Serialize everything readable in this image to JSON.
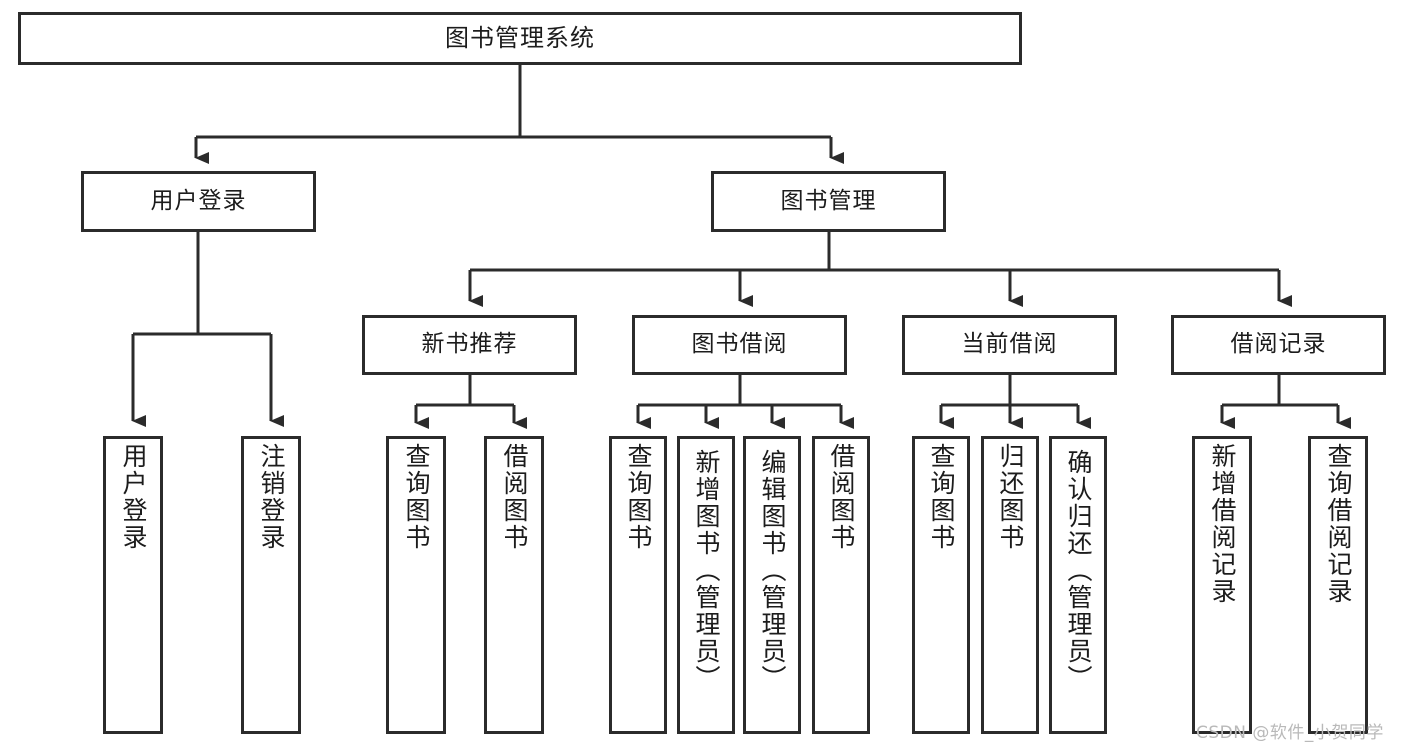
{
  "diagram": {
    "title": "图书管理系统",
    "type": "tree",
    "line_color": "#2b2b2b",
    "box_fill": "#ffffff",
    "text_color": "#1c1c1c",
    "root": {
      "id": "root",
      "label": "图书管理系统"
    },
    "level2": [
      {
        "id": "user-login",
        "label": "用户登录"
      },
      {
        "id": "book-manage",
        "label": "图书管理"
      }
    ],
    "level3": [
      {
        "id": "new-book-recommend",
        "label": "新书推荐",
        "parent": "book-manage"
      },
      {
        "id": "book-borrow",
        "label": "图书借阅",
        "parent": "book-manage"
      },
      {
        "id": "current-borrow",
        "label": "当前借阅",
        "parent": "book-manage"
      },
      {
        "id": "borrow-record",
        "label": "借阅记录",
        "parent": "book-manage"
      }
    ],
    "leaves": [
      {
        "id": "leaf-user-login",
        "label": "用户登录",
        "parent": "user-login"
      },
      {
        "id": "leaf-user-logout",
        "label": "注销登录",
        "parent": "user-login"
      },
      {
        "id": "leaf-query-book-1",
        "label": "查询图书",
        "parent": "new-book-recommend"
      },
      {
        "id": "leaf-borrow-book-1",
        "label": "借阅图书",
        "parent": "new-book-recommend"
      },
      {
        "id": "leaf-query-book-2",
        "label": "查询图书",
        "parent": "book-borrow"
      },
      {
        "id": "leaf-add-book",
        "label": "新增图书（管理员）",
        "parent": "book-borrow"
      },
      {
        "id": "leaf-edit-book",
        "label": "编辑图书（管理员）",
        "parent": "book-borrow"
      },
      {
        "id": "leaf-borrow-book-2",
        "label": "借阅图书",
        "parent": "book-borrow"
      },
      {
        "id": "leaf-query-book-3",
        "label": "查询图书",
        "parent": "current-borrow"
      },
      {
        "id": "leaf-return-book",
        "label": "归还图书",
        "parent": "current-borrow"
      },
      {
        "id": "leaf-confirm-return",
        "label": "确认归还（管理员）",
        "parent": "current-borrow"
      },
      {
        "id": "leaf-add-record",
        "label": "新增借阅记录",
        "parent": "borrow-record"
      },
      {
        "id": "leaf-query-record",
        "label": "查询借阅记录",
        "parent": "borrow-record"
      }
    ]
  },
  "watermark": {
    "text": "CSDN @软件_小贺同学"
  }
}
